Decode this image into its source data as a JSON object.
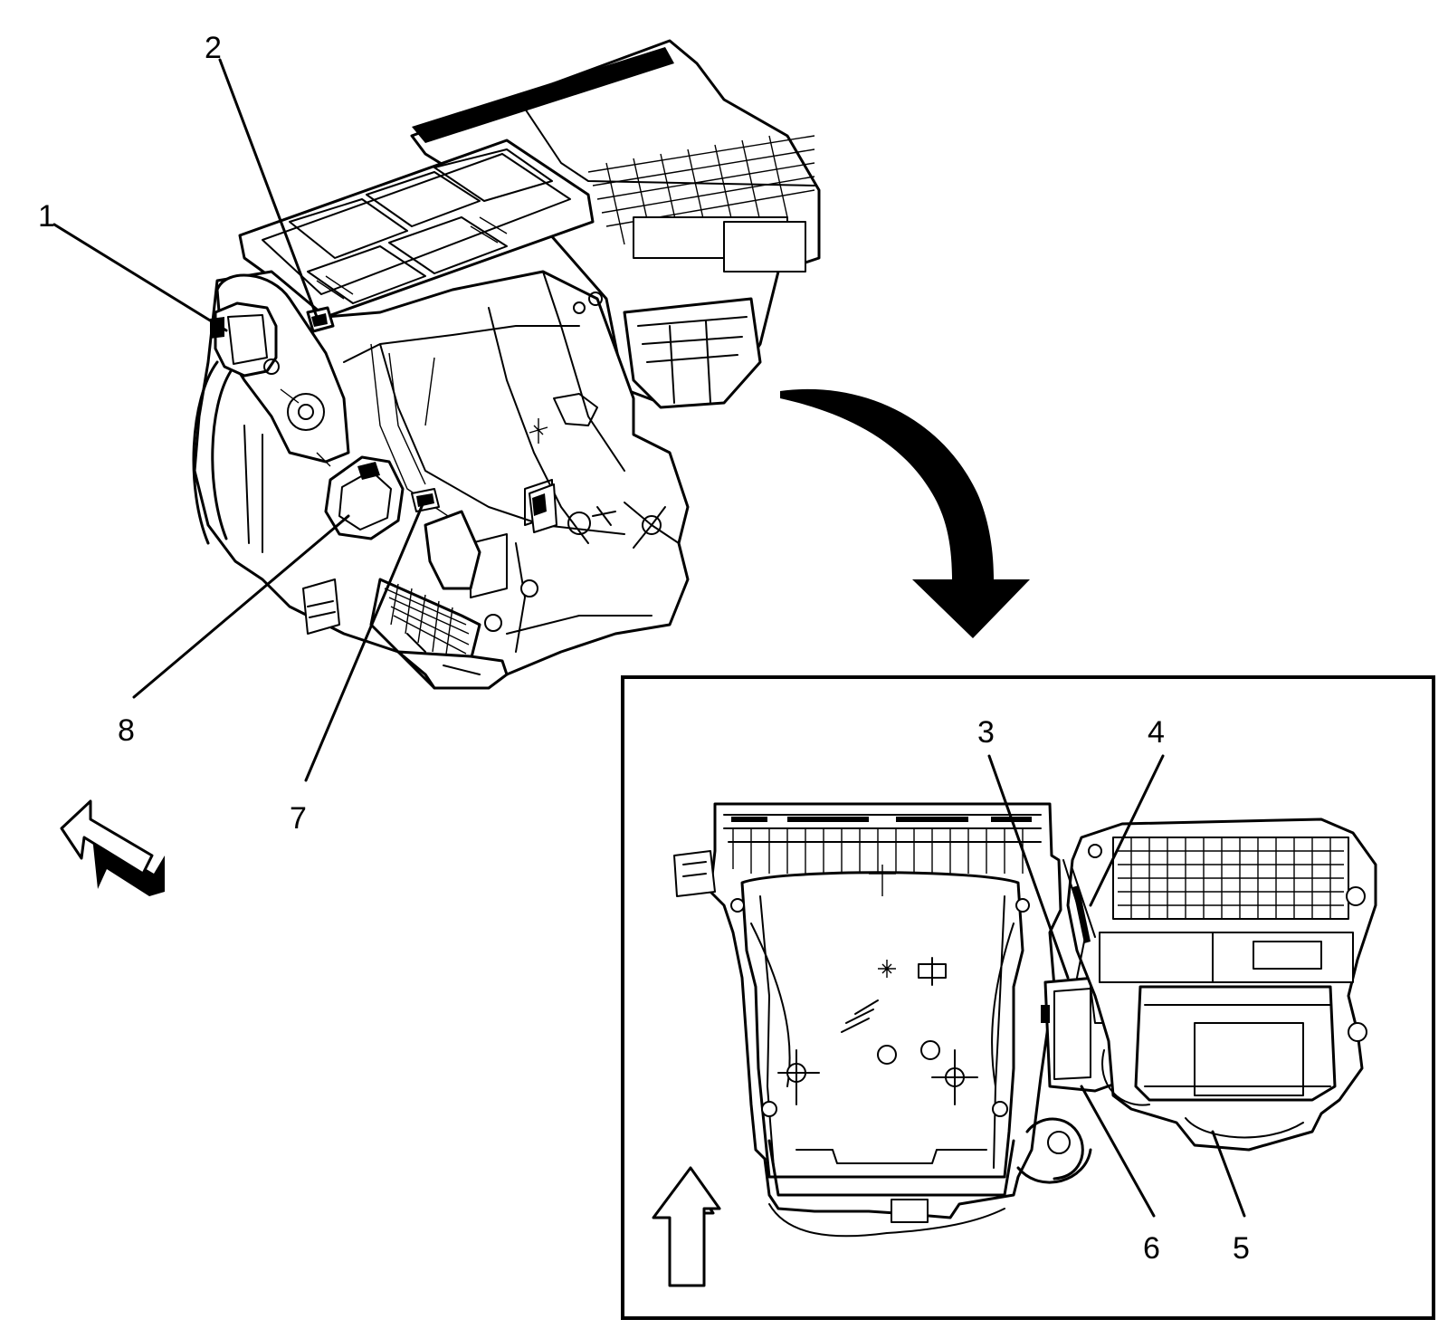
{
  "diagram": {
    "callouts": [
      {
        "id": "1",
        "label": "1"
      },
      {
        "id": "2",
        "label": "2"
      },
      {
        "id": "3",
        "label": "3"
      },
      {
        "id": "4",
        "label": "4"
      },
      {
        "id": "5",
        "label": "5"
      },
      {
        "id": "6",
        "label": "6"
      },
      {
        "id": "7",
        "label": "7"
      },
      {
        "id": "8",
        "label": "8"
      }
    ],
    "colors": {
      "line": "#000000",
      "background": "#ffffff"
    },
    "icons": [
      "front-direction-arrow-icon",
      "transition-arrow-icon",
      "up-direction-arrow-icon"
    ]
  }
}
